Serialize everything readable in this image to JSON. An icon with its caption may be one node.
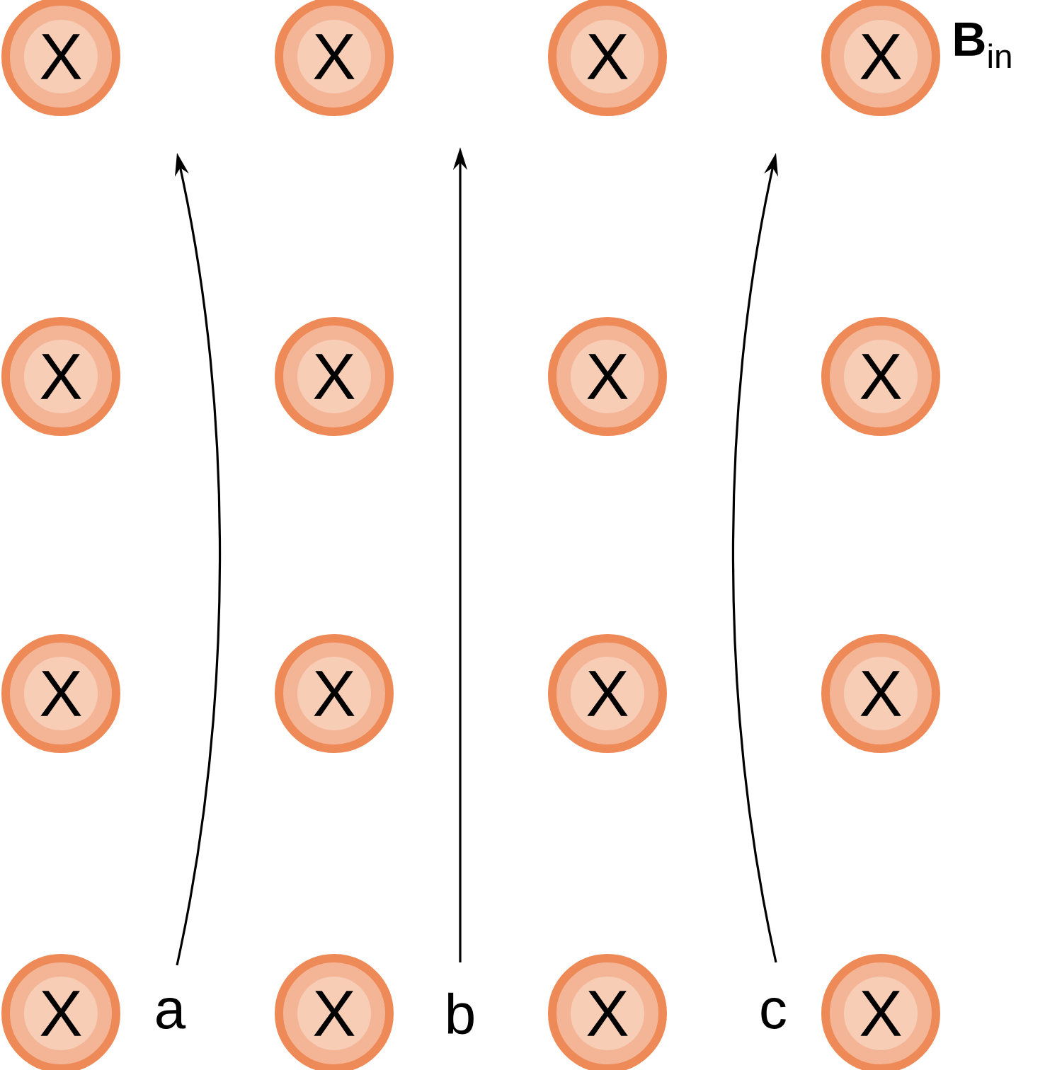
{
  "diagram": {
    "nodes": [
      {
        "text": [
          "X"
        ]
      },
      {
        "text": [
          "X"
        ]
      },
      {
        "text": [
          "X"
        ]
      },
      {
        "text": [
          "X"
        ]
      },
      {
        "text": [
          "X"
        ]
      },
      {
        "text": [
          "X"
        ]
      },
      {
        "text": [
          "X"
        ]
      },
      {
        "text": [
          "X"
        ]
      },
      {
        "text": [
          "X"
        ]
      },
      {
        "text": [
          "X"
        ]
      },
      {
        "text": [
          "X"
        ]
      },
      {
        "text": [
          "X"
        ]
      },
      {
        "text": [
          "X"
        ]
      },
      {
        "text": [
          "X"
        ]
      },
      {
        "text": [
          "X"
        ]
      },
      {
        "text": [
          "X"
        ]
      }
    ],
    "labels": [
      "**B**$_{in}$",
      "a",
      "b",
      "c"
    ]
  }
}
